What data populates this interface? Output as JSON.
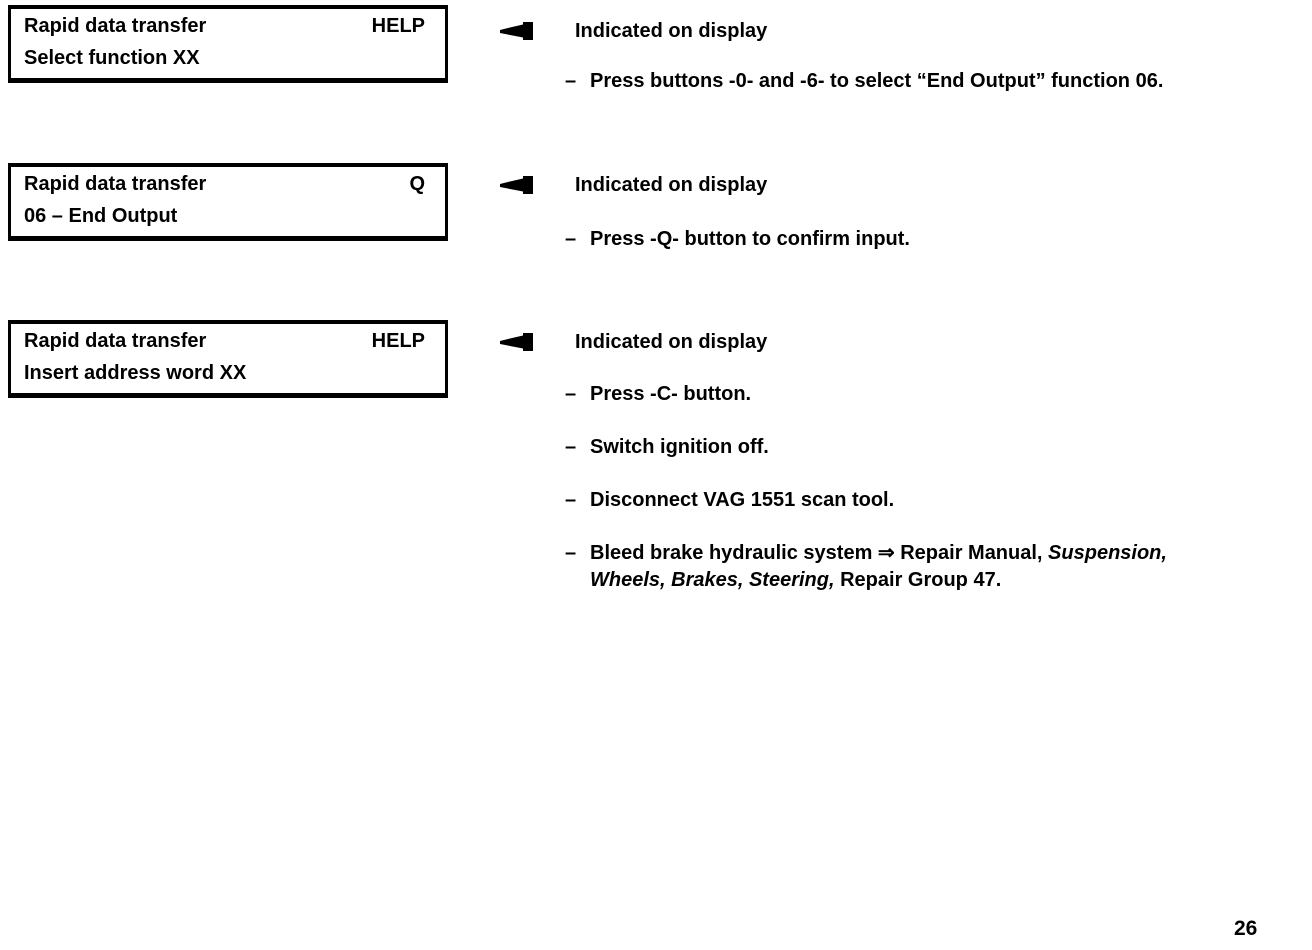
{
  "colors": {
    "ink": "#000000",
    "paper": "#ffffff"
  },
  "icons": {
    "display_pointer": "left-arrow-icon"
  },
  "glyphs": {
    "bullet_dash": "–"
  },
  "page_number": "26",
  "sections": [
    {
      "display": {
        "line1": "Rapid data transfer",
        "corner": "HELP",
        "line2": "Select function XX"
      },
      "pointer_label": "Indicated on display",
      "steps": [
        {
          "text": "Press buttons -0- and -6- to select “End Output” function 06."
        }
      ]
    },
    {
      "display": {
        "line1": "Rapid data transfer",
        "corner": "Q",
        "line2": "06 – End Output"
      },
      "pointer_label": "Indicated on display",
      "steps": [
        {
          "text": "Press -Q- button to confirm input."
        }
      ]
    },
    {
      "display": {
        "line1": "Rapid data transfer",
        "corner": "HELP",
        "line2": "Insert address word XX"
      },
      "pointer_label": "Indicated on display",
      "steps": [
        {
          "text": "Press -C- button."
        },
        {
          "text": "Switch ignition off."
        },
        {
          "text": "Disconnect VAG 1551 scan tool."
        },
        {
          "pre": "Bleed brake hydraulic system ⇒ Repair Manual, ",
          "italic_line1": "Suspension,",
          "italic_line2": "Wheels, Brakes, Steering,",
          "post": " Repair Group 47."
        }
      ]
    }
  ]
}
